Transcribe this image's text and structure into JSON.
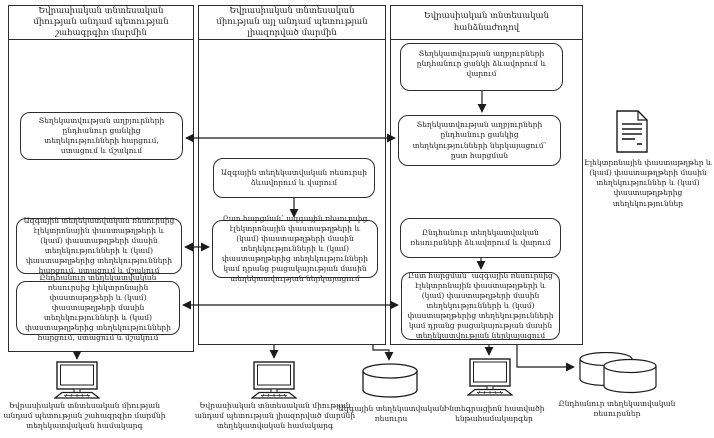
{
  "lanes": {
    "interested": "Եվրասիական տնտեսական միության անդամ պետության շահագրգիռ մարմին",
    "authorized": "Եվրասիական տնտեսական միության այլ անդամ պետության լիազորված մարմին",
    "commission": "Եվրասիական տնտեսական հանձնաժողով"
  },
  "boxes": {
    "request_common_list": "Տեղեկատվության աղբյուրների ընդհանուր ցանկից տեղեկությունների հարցում, ստացում և մշակում",
    "request_national_resource": "Ազգային տեղեկատվական ռեսուրսից էլեկտրոնային փաստաթղթերի և (կամ) փաստաթղթերի մասին տեղեկությունների և (կամ) փաստաթղթերից տեղեկությունների հարցում, ստացում և մշակում",
    "request_common_resource": "Ընդհանուր տեղեկատվական ռեսուրսից էլեկտրոնային փաստաթղթերի և (կամ) փաստաթղթերի մասին տեղեկությունների և (կամ) փաստաթղթերից տեղեկությունների հարցում, ստացում և մշակում",
    "form_national_resource": "Ազգային տեղեկատվական ռեսուրսի ձևավորում և վարում",
    "present_national_resource": "Ըստ հարցման՝ ազգային ռեսուրսից էլեկտրոնային փաստաթղթերի և (կամ) փաստաթղթերի մասին տեղեկությունների և (կամ) փաստաթղթերից տեղեկությունների կամ դրանց բացակայության մասին տեղեկատվության ներկայացում",
    "form_common_list": "Տեղեկատվության աղբյուրների ընդհանուր ցանկի ձևավորում և վարում",
    "present_common_list": "Տեղեկատվության աղբյուրների ընդհանուր ցանկից տեղեկությունների ներկայացում՝ ըստ հարցման",
    "form_common_resources": "Ընդհանուր տեղեկատվական ռեսուրսների ձևավորում և վարում",
    "present_common_resource": "Ըստ հարցման՝ ազգային ռեսուրսից էլեկտրոնային փաստաթղթերի և (կամ) փաստաթղթերի մասին տեղեկությունների և (կամ) փաստաթղթերից տեղեկությունների կամ դրանց բացակայության մասին տեղեկատվության ներկայացում"
  },
  "side_note": "Էլեկտրոնային փաստաթղթեր և (կամ) փաստաթղթերի մասին տեղեկություններ և (կամ) փաստաթղթերից տեղեկություններ",
  "bottom": {
    "interested_system": "Եվրասիական տնտեսական միության անդամ պետության շահագրգիռ մարմնի տեղեկատվական համակարգ",
    "authorized_system": "Եվրասիական տնտեսական միության անդամ պետության լիազորված մարմնի տեղեկատվական համակարգ",
    "national_resource": "Ազգային տեղեկատվական ռեսուրս",
    "integration_subsystems": "Ինտեգրացիոն հատվածի ենթահամակարգեր",
    "common_resources": "Ընդհանուր տեղեկատվական ռեսուրսներ"
  },
  "colors": {
    "line": "#1c1c1c",
    "background": "#ffffff"
  }
}
